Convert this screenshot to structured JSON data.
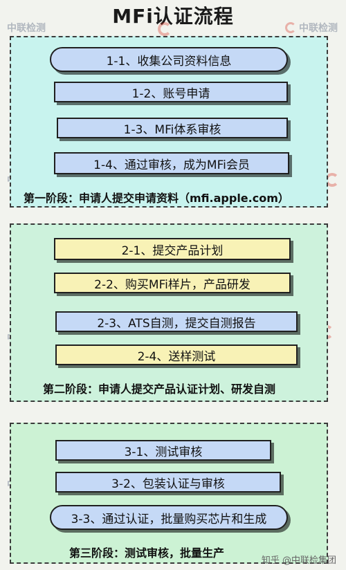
{
  "title": "MFi认证流程",
  "stage1": {
    "label": "第一阶段：申请人提交申请资料（mfi.apple.com）",
    "steps": [
      "1-1、收集公司资料信息",
      "1-2、账号申请",
      "1-3、MFi体系审核",
      "1-4、通过审核，成为MFi会员"
    ]
  },
  "stage2": {
    "label": "第二阶段：申请人提交产品认证计划、研发自测",
    "steps": [
      "2-1、提交产品计划",
      "2-2、购买MFi样片，产品研发",
      "2-3、ATS自测，提交自测报告",
      "2-4、送样测试"
    ]
  },
  "stage3": {
    "label": "第三阶段：测试审核，批量生产",
    "steps": [
      "3-1、测试审核",
      "3-2、包装认证与审核",
      "3-3、通过认证，批量购买芯片和生成"
    ]
  },
  "watermark": {
    "text": "中联检测",
    "icon": "zhonglian-logo-icon"
  },
  "credit": "知乎 @中联检集团",
  "colors": {
    "step_blue": "#c5d9f6",
    "step_yellow": "#f8f2b6",
    "stage1_bg": "#c8f3ee",
    "stage2_bg": "#cdf2dc",
    "stage3_bg": "#ccf2d4"
  }
}
